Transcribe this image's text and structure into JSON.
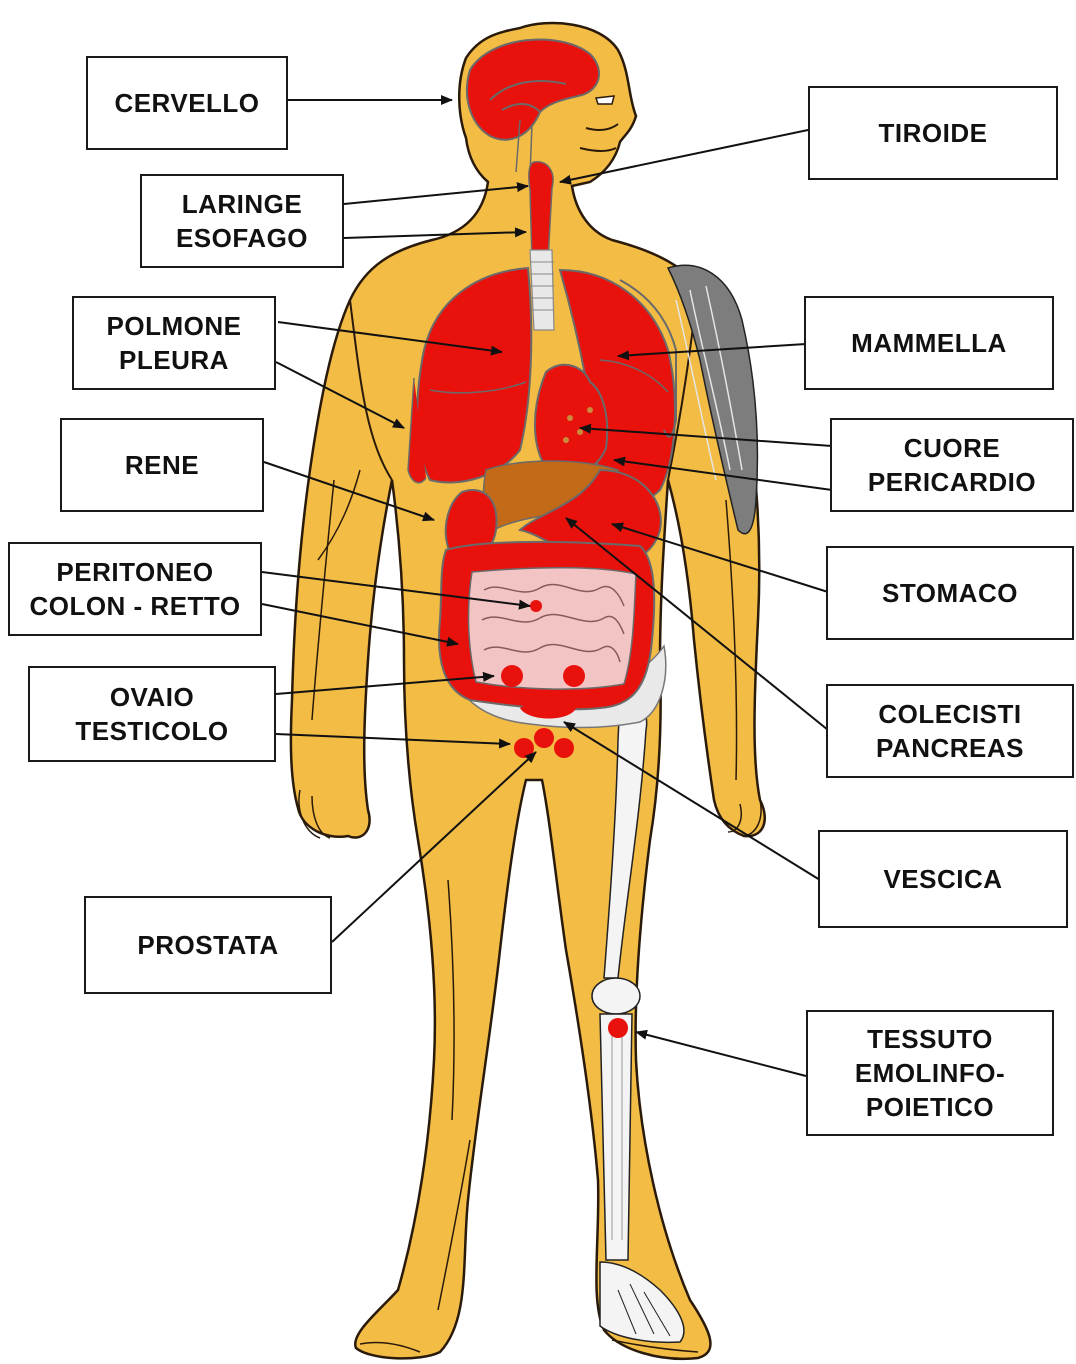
{
  "colors": {
    "skin": "#F2BC45",
    "skin_outline": "#2a1a0a",
    "organ": "#E8110C",
    "organ_outline": "#6a6a6a",
    "liver": "#C26A18",
    "intestine": "#F3C4C4",
    "bone": "#F4F4F4",
    "muscle": "#7d7d7d"
  },
  "icons": [
    "human-body-figure",
    "leader-arrow"
  ],
  "labels": {
    "cervello": [
      "CERVELLO"
    ],
    "tiroide": [
      "TIROIDE"
    ],
    "laringe_esofago": [
      "LARINGE",
      "ESOFAGO"
    ],
    "polmone_pleura": [
      "POLMONE",
      "PLEURA"
    ],
    "mammella": [
      "MAMMELLA"
    ],
    "rene": [
      "RENE"
    ],
    "cuore_pericardio": [
      "CUORE",
      "PERICARDIO"
    ],
    "peritoneo_colon": [
      "PERITONEO",
      "COLON - RETTO"
    ],
    "stomaco": [
      "STOMACO"
    ],
    "ovaio_testicolo": [
      "OVAIO",
      "TESTICOLO"
    ],
    "colecisti_pancreas": [
      "COLECISTI",
      "PANCREAS"
    ],
    "vescica": [
      "VESCICA"
    ],
    "prostata": [
      "PROSTATA"
    ],
    "tessuto": [
      "TESSUTO",
      "EMOLINFO-",
      "POIETICO"
    ]
  }
}
